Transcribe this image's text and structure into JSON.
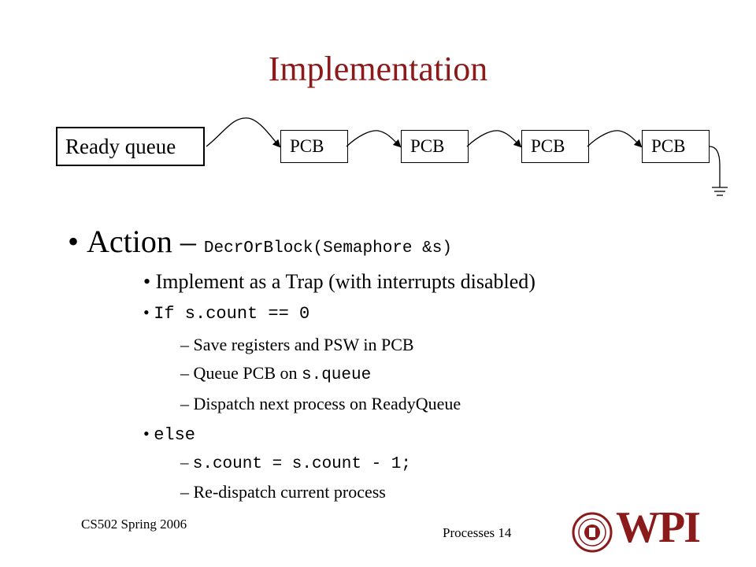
{
  "slide": {
    "title": "Implementation",
    "diagram": {
      "queue_label": "Ready queue",
      "nodes": [
        "PCB",
        "PCB",
        "PCB",
        "PCB"
      ]
    },
    "bullets": {
      "action_word": "Action – ",
      "action_code": "DecrOrBlock(Semaphore &s)",
      "sub1": "Implement as a Trap (with interrupts disabled)",
      "if_code": "If s.count == 0",
      "dash1": "Save registers and PSW in PCB",
      "dash2_prefix": "Queue PCB on ",
      "dash2_code": "s.queue",
      "dash3": "Dispatch next process on ReadyQueue",
      "else_code": "else",
      "dash4_code": "s.count = s.count - 1;",
      "dash5": "Re-dispatch current process"
    },
    "footer": {
      "course": "CS502 Spring 2006",
      "page": "Processes 14",
      "logo_text": "WPI"
    }
  },
  "colors": {
    "title": "#8b1a1a",
    "logo": "#8b1a1a"
  }
}
